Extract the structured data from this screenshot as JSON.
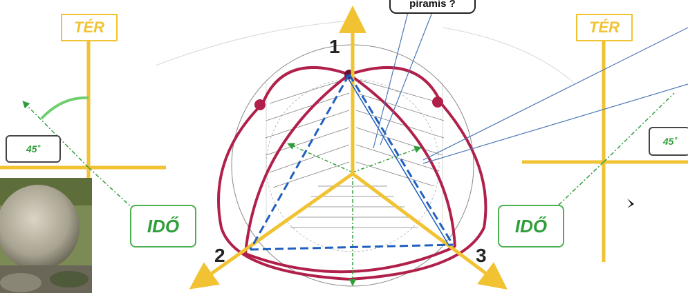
{
  "labels": {
    "ter_left": "TÉR",
    "ter_right": "TÉR",
    "ido_left": "IDŐ",
    "ido_right": "IDŐ",
    "deg_left": "45˚",
    "deg_right": "45˚",
    "vertex_1": "1",
    "vertex_2": "2",
    "vertex_3": "3",
    "callout": "piramis ?"
  },
  "colors": {
    "axis_yellow": "#f1c232",
    "arc_crimson": "#b0204a",
    "green_dash": "#2e9e3a",
    "blue_dash": "#1f5fbf",
    "callout_line": "#4a78b5",
    "hatch": "#555555"
  }
}
